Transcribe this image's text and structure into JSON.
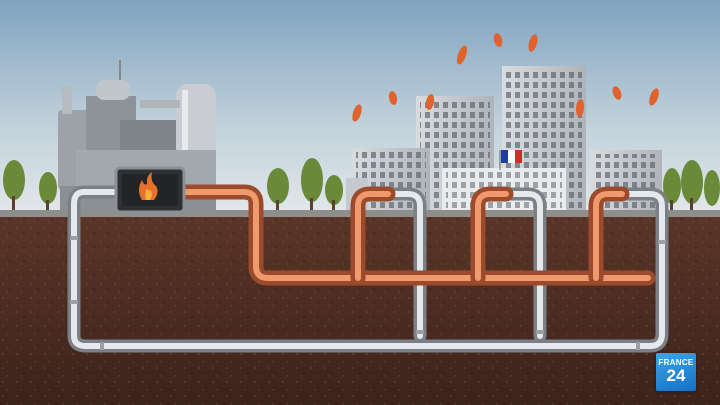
{
  "logo": {
    "line1": "FRANCE",
    "line2": "24",
    "color": "#2a8ad8"
  },
  "scene": {
    "description_icons": [
      "factory",
      "gas-burner-flame-icon",
      "apartment-buildings",
      "french-flag-icon",
      "pipe-network"
    ],
    "colors": {
      "sky_top": "#7fa3bf",
      "sky_bottom": "#dce4e8",
      "soil": "#4a2b22",
      "hot_pipe": "#d8744a",
      "cold_pipe": "#b9bec2",
      "heat_particle": "#e0622f"
    }
  }
}
